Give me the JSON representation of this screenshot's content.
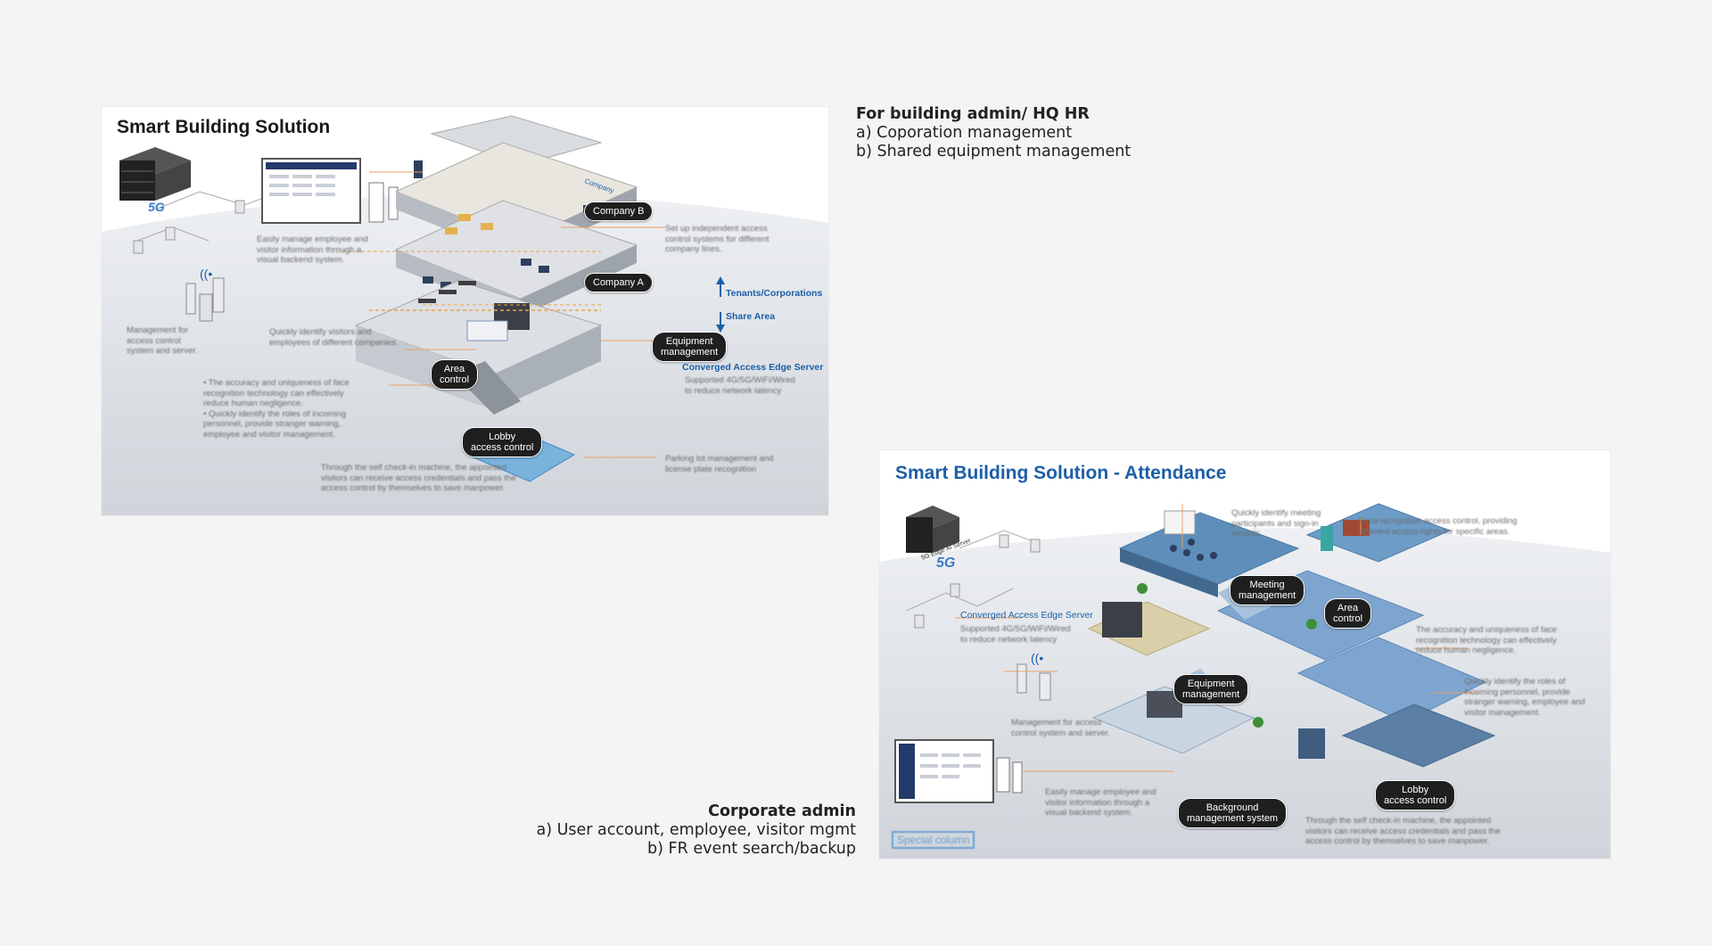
{
  "panels": [
    {
      "title": "Smart Building Solution",
      "badges": {
        "company_b": "Company B",
        "company_a": "Company A",
        "equipment": "Equipment\nmanagement",
        "area": "Area\ncontrol",
        "lobby": "Lobby\naccess control"
      },
      "labels": {
        "tenants": "Tenants/Corporations",
        "share": "Share Area",
        "edge_server": "Converged Access Edge Server",
        "company_sign": "Company",
        "fiveg": "5G"
      },
      "notes": {
        "backend": "Easily manage employee and\nvisitor information through a\nvisual backend system.",
        "access_sys": "Set up independent access\ncontrol systems for different\ncompany lines.",
        "mgmt": "Management for\naccess control\nsystem and server.",
        "identify": "Quickly identify visitors and\nemployees of different companies.",
        "network": "Supported 4G/5G/WiFi/Wired\nto reduce network latency",
        "accuracy": "• The accuracy and uniqueness of face\n  recognition technology can effectively\n  reduce human negligence.\n• Quickly identify the roles of incoming\n  personnel, provide stranger warning,\n  employee and visitor management.",
        "checkin": "Through the self check-in machine, the appointed\nvisitors can receive access credentials and pass the\naccess control by themselves to save manpower.",
        "parking": "Parking lot management and\nlicense plate recognition"
      }
    },
    {
      "title": "Smart Building Solution - Attendance",
      "badges": {
        "meeting": "Meeting\nmanagement",
        "area": "Area\ncontrol",
        "equipment": "Equipment\nmanagement",
        "lobby": "Lobby\naccess control",
        "background": "Background\nmanagement system"
      },
      "labels": {
        "edge_server": "Converged Access Edge Server",
        "special": "Special column",
        "fiveg": "5G",
        "server_tag": "5G Edge AI Server"
      },
      "notes": {
        "meeting": "Quickly identify meeting\nparticipants and sign-in\nrecords.",
        "face": "Face recognition access control, providing\ndifferent access rights for specific areas.",
        "network": "Supported 4G/5G/WiFi/Wired\nto reduce network latency",
        "accuracy": "The accuracy and uniqueness of face\nrecognition technology can effectively\nreduce human negligence.",
        "roles": "Quickly identify the roles of\nincoming personnel, provide\nstranger warning, employee and\nvisitor management.",
        "mgmt": "Management for access\ncontrol system and server.",
        "backend": "Easily manage employee and\nvisitor information through a\nvisual backend system.",
        "checkin": "Through the self check-in machine, the appointed\nvisitors can receive access credentials and pass the\naccess control by themselves to save manpower."
      }
    }
  ],
  "annotations": {
    "building_admin": {
      "heading": "For building admin/ HQ HR",
      "line1": "a) Coporation management",
      "line2": "b) Shared equipment management"
    },
    "corporate_admin": {
      "heading": "Corporate admin",
      "line1": "a) User account, employee, visitor mgmt",
      "line2": "b) FR event search/backup"
    }
  },
  "colors": {
    "background": "#f4f4f4",
    "badge": "#1f1f1f",
    "accent_blue": "#1d5fa8",
    "leader_orange": "#e8a06a"
  }
}
